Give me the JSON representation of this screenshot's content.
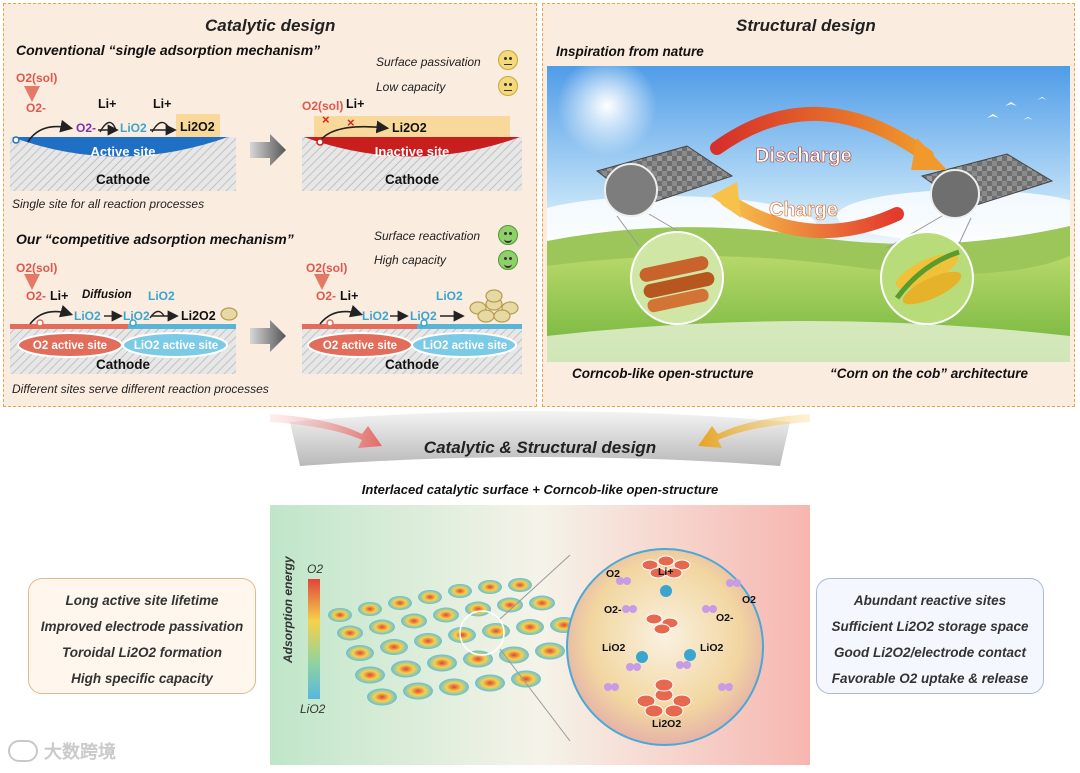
{
  "catalytic": {
    "title": "Catalytic design",
    "conventional_title": "Conventional “single adsorption mechanism”",
    "single_site_note": "Single site for all reaction processes",
    "ours_title": "Our “competitive adsorption mechanism”",
    "different_sites_note": "Different sites serve different reaction processes",
    "surface_passivation": "Surface passivation",
    "low_capacity": "Low capacity",
    "surface_reactivation": "Surface reactivation",
    "high_capacity": "High capacity",
    "active_site": "Active site",
    "inactive_site": "Inactive site",
    "cathode": "Cathode",
    "diffusion": "Diffusion",
    "o2_active_site": "O2 active site",
    "lio2_active_site": "LiO2 active site",
    "o2_sol": "O2(sol)",
    "li_plus": "Li+",
    "li2o2": "Li2O2",
    "lio2": "LiO2",
    "o2_minus": "O2-"
  },
  "structural": {
    "title": "Structural design",
    "inspiration": "Inspiration from nature",
    "discharge": "Discharge",
    "charge": "Charge",
    "left_caption": "Corncob-like open-structure",
    "right_caption": "“Corn on the cob” architecture"
  },
  "combined": {
    "title": "Catalytic & Structural design",
    "subtitle": "Interlaced catalytic surface + Corncob-like open-structure"
  },
  "left_benefits": [
    "Long active site lifetime",
    "Improved electrode passivation",
    "Toroidal Li2O2 formation",
    "High specific capacity"
  ],
  "right_benefits": [
    "Abundant reactive sites",
    "Sufficient Li2O2 storage space",
    "Good Li2O2/electrode contact",
    "Favorable O2 uptake & release"
  ],
  "legend": {
    "top": "O2",
    "bottom": "LiO2",
    "label": "Adsorption energy"
  },
  "zoom": {
    "o2": "O2",
    "o2_minus": "O2-",
    "li_plus": "Li+",
    "lio2": "LiO2",
    "li2o2": "Li2O2"
  },
  "watermark": "大数跨境",
  "colors": {
    "panel_bg": "#fbece0",
    "panel_border": "#e3a64a",
    "active_blue": "#1f6fc4",
    "inactive_red": "#c81e1e",
    "li_blue": "#3aa5d0"
  }
}
